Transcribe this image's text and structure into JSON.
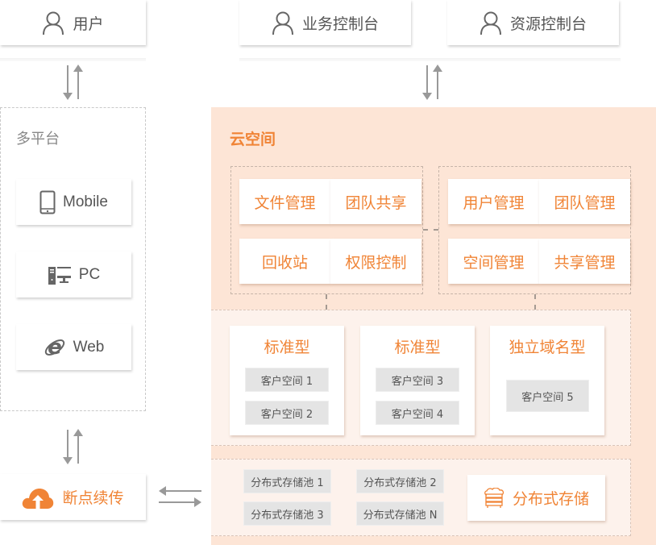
{
  "top": {
    "user": {
      "label": "用户",
      "icon": "user-icon"
    },
    "business_console": {
      "label": "业务控制台",
      "icon": "user-icon"
    },
    "resource_console": {
      "label": "资源控制台",
      "icon": "user-icon"
    }
  },
  "platform": {
    "title": "多平台",
    "items": [
      {
        "label": "Mobile",
        "icon": "mobile-phone-icon"
      },
      {
        "label": "PC",
        "icon": "desktop-pc-icon"
      },
      {
        "label": "Web",
        "icon": "ie-browser-icon"
      }
    ]
  },
  "resume": {
    "label": "断点续传",
    "icon": "cloud-upload-icon"
  },
  "cloud": {
    "title": "云空间",
    "left_group": [
      "文件管理",
      "团队共享",
      "回收站",
      "权限控制"
    ],
    "right_group": [
      "用户管理",
      "团队管理",
      "空间管理",
      "共享管理"
    ],
    "types": [
      {
        "title": "标准型",
        "spaces": [
          "客户空间 1",
          "客户空间 2"
        ]
      },
      {
        "title": "标准型",
        "spaces": [
          "客户空间 3",
          "客户空间 4"
        ]
      },
      {
        "title": "独立域名型",
        "spaces": [
          "客户空间 5"
        ]
      }
    ],
    "storage": {
      "pools": [
        "分布式存储池 1",
        "分布式存储池 2",
        "分布式存储池 3",
        "分布式存储池 N"
      ],
      "label": "分布式存储",
      "icon": "cloud-server-icon"
    }
  },
  "colors": {
    "accent": "#f08436",
    "cloud_bg": "#fde5d6",
    "inner_bg": "#fdf2ec",
    "chip_bg": "#e4e4e4",
    "text": "#555555"
  }
}
